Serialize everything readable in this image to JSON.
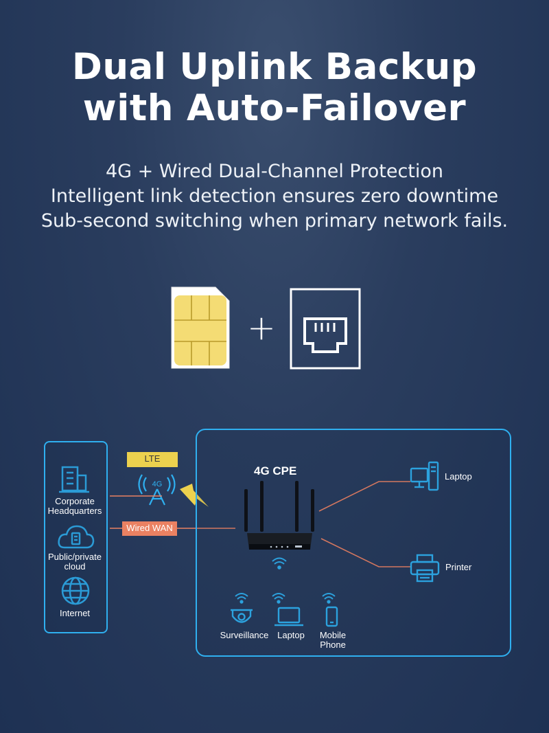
{
  "header": {
    "title_line1": "Dual Uplink Backup",
    "title_line2": "with Auto-Failover",
    "subtitle_lines": [
      "4G + Wired Dual-Channel Protection",
      "Intelligent link detection ensures zero downtime",
      "Sub-second switching when primary network fails."
    ]
  },
  "icons": {
    "sim": "sim-card-icon",
    "plus": "+",
    "ethernet": "ethernet-port-icon"
  },
  "network": {
    "sources": [
      {
        "label_lines": [
          "Corporate",
          "Headquarters"
        ],
        "icon": "building-icon"
      },
      {
        "label_lines": [
          "Public/private",
          "cloud"
        ],
        "icon": "cloud-icon"
      },
      {
        "label_lines": [
          "Internet"
        ],
        "icon": "globe-icon"
      }
    ],
    "links": {
      "lte": "LTE",
      "antenna_badge": "4G",
      "wired": "Wired WAN"
    },
    "device": "4G CPE",
    "clients_right": [
      {
        "label": "Laptop",
        "icon": "desktop-icon"
      },
      {
        "label": "Printer",
        "icon": "printer-icon"
      }
    ],
    "clients_bottom": [
      {
        "label_lines": [
          "Surveillance"
        ],
        "icon": "camera-icon"
      },
      {
        "label_lines": [
          "Laptop"
        ],
        "icon": "laptop-icon"
      },
      {
        "label_lines": [
          "Mobile",
          "Phone"
        ],
        "icon": "phone-icon"
      }
    ]
  },
  "colors": {
    "accent_blue": "#2fb0f0",
    "lte_yellow": "#ecd14e",
    "wan_orange": "#ea8162",
    "sim_gold": "#f4dc74"
  }
}
